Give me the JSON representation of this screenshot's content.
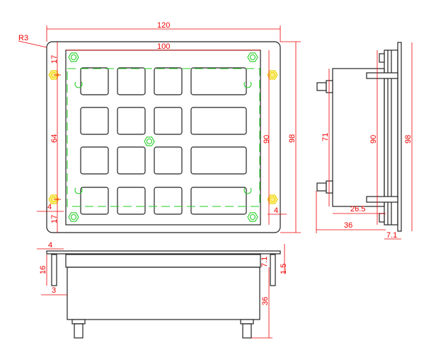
{
  "front_view": {
    "width_overall": "120",
    "corner_radius": "R3",
    "width_inner": "100",
    "top_offset": "17",
    "hole_spacing": "64",
    "bottom_offset": "17",
    "left_edge": "4",
    "right_edge": "4",
    "height_inner": "90",
    "height_overall": "98",
    "key_rows": 4,
    "key_cols": 4
  },
  "side_view": {
    "body_height": "71",
    "panel_height": "90",
    "plate_height": "98",
    "body_depth": "26.5",
    "total_depth": "36",
    "panel_thickness": "7.1"
  },
  "bottom_view": {
    "edge": "4",
    "post_length": "16",
    "post_width": "3",
    "panel_thickness": "7.1",
    "plate_thickness": "1.5",
    "depth": "36"
  },
  "colors": {
    "dimension": "#ee0000",
    "hidden": "#22cc22",
    "holes": "#ffef8a"
  }
}
